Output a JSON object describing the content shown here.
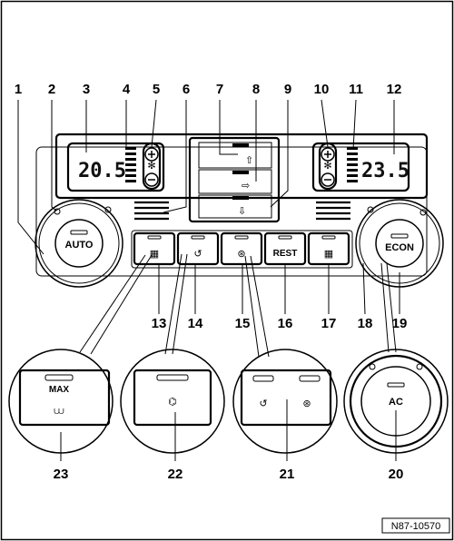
{
  "diagram": {
    "callouts": [
      "1",
      "2",
      "3",
      "4",
      "5",
      "6",
      "7",
      "8",
      "9",
      "10",
      "11",
      "12",
      "13",
      "14",
      "15",
      "16",
      "17",
      "18",
      "19",
      "20",
      "21",
      "22",
      "23"
    ],
    "panel": {
      "left_display_temp": "20.5",
      "right_display_temp": "23.5",
      "auto_label": "AUTO",
      "econ_label": "ECON",
      "rest_label": "REST"
    },
    "details": {
      "max_label": "MAX",
      "ac_label": "AC"
    },
    "reference_code": "N87-10570"
  }
}
